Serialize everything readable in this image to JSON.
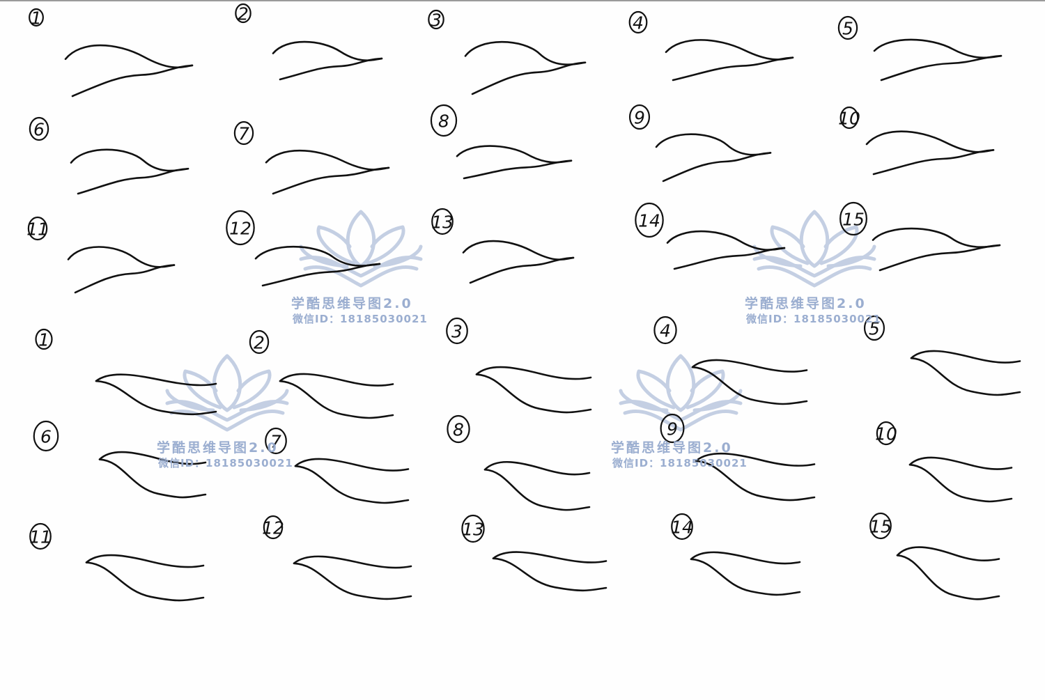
{
  "sheet": {
    "top_set": {
      "stroke_color": "#111111",
      "items": [
        {
          "number": "1"
        },
        {
          "number": "2"
        },
        {
          "number": "3"
        },
        {
          "number": "4"
        },
        {
          "number": "5"
        },
        {
          "number": "6"
        },
        {
          "number": "7"
        },
        {
          "number": "8"
        },
        {
          "number": "9"
        },
        {
          "number": "10"
        },
        {
          "number": "11"
        },
        {
          "number": "12"
        },
        {
          "number": "13"
        },
        {
          "number": "14"
        },
        {
          "number": "15"
        }
      ]
    },
    "bottom_set": {
      "stroke_color": "#111111",
      "items": [
        {
          "number": "1"
        },
        {
          "number": "2"
        },
        {
          "number": "3"
        },
        {
          "number": "4"
        },
        {
          "number": "5"
        },
        {
          "number": "6"
        },
        {
          "number": "7"
        },
        {
          "number": "8"
        },
        {
          "number": "9"
        },
        {
          "number": "10"
        },
        {
          "number": "11"
        },
        {
          "number": "12"
        },
        {
          "number": "13"
        },
        {
          "number": "14"
        },
        {
          "number": "15"
        }
      ]
    }
  },
  "watermark": {
    "title": "学酷思维导图2.0",
    "id_line": "微信ID：18185030021",
    "color": "#96aacd",
    "icon": "lotus-book-logo"
  }
}
